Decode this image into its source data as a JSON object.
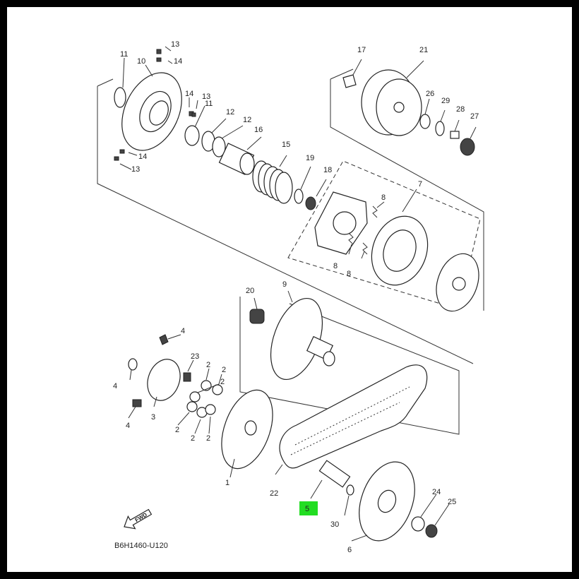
{
  "diagram": {
    "code": "B6H1460-U120",
    "highlight_color": "#22dd22",
    "frame_color": "#000000",
    "fwd_label": "FWD",
    "parts": [
      {
        "id": "11a",
        "label": "11"
      },
      {
        "id": "10",
        "label": "10"
      },
      {
        "id": "13a",
        "label": "13"
      },
      {
        "id": "14a",
        "label": "14"
      },
      {
        "id": "14b",
        "label": "14"
      },
      {
        "id": "13b",
        "label": "13"
      },
      {
        "id": "11b",
        "label": "11"
      },
      {
        "id": "12a",
        "label": "12"
      },
      {
        "id": "12b",
        "label": "12"
      },
      {
        "id": "16",
        "label": "16"
      },
      {
        "id": "14c",
        "label": "14"
      },
      {
        "id": "13c",
        "label": "13"
      },
      {
        "id": "15",
        "label": "15"
      },
      {
        "id": "19",
        "label": "19"
      },
      {
        "id": "18",
        "label": "18"
      },
      {
        "id": "17",
        "label": "17"
      },
      {
        "id": "21",
        "label": "21"
      },
      {
        "id": "26",
        "label": "26"
      },
      {
        "id": "29",
        "label": "29"
      },
      {
        "id": "28",
        "label": "28"
      },
      {
        "id": "27",
        "label": "27"
      },
      {
        "id": "7",
        "label": "7"
      },
      {
        "id": "8a",
        "label": "8"
      },
      {
        "id": "8b",
        "label": "8"
      },
      {
        "id": "8c",
        "label": "8"
      },
      {
        "id": "20",
        "label": "20"
      },
      {
        "id": "9",
        "label": "9"
      },
      {
        "id": "4a",
        "label": "4"
      },
      {
        "id": "4b",
        "label": "4"
      },
      {
        "id": "23",
        "label": "23"
      },
      {
        "id": "3",
        "label": "3"
      },
      {
        "id": "4c",
        "label": "4"
      },
      {
        "id": "2a",
        "label": "2"
      },
      {
        "id": "2b",
        "label": "2"
      },
      {
        "id": "2c",
        "label": "2"
      },
      {
        "id": "2d",
        "label": "2"
      },
      {
        "id": "2e",
        "label": "2"
      },
      {
        "id": "2f",
        "label": "2"
      },
      {
        "id": "1",
        "label": "1"
      },
      {
        "id": "22",
        "label": "22"
      },
      {
        "id": "5",
        "label": "5"
      },
      {
        "id": "30",
        "label": "30"
      },
      {
        "id": "24",
        "label": "24"
      },
      {
        "id": "25",
        "label": "25"
      },
      {
        "id": "6",
        "label": "6"
      }
    ]
  }
}
